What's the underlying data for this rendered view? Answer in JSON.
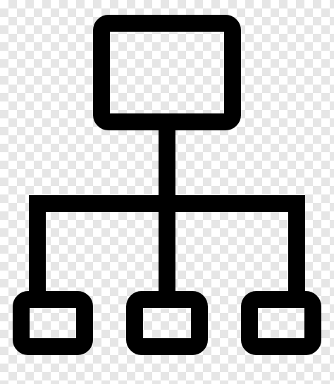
{
  "image": {
    "icon": "hierarchy-sitemap-icon",
    "background": "transparency-checkerboard",
    "colors": {
      "stroke": "#000000",
      "background_light": "#ffffff",
      "background_dark": "#e6e6e6"
    },
    "nodes": {
      "root": "root-node-box",
      "children": [
        "child-node-left",
        "child-node-middle",
        "child-node-right"
      ]
    }
  }
}
